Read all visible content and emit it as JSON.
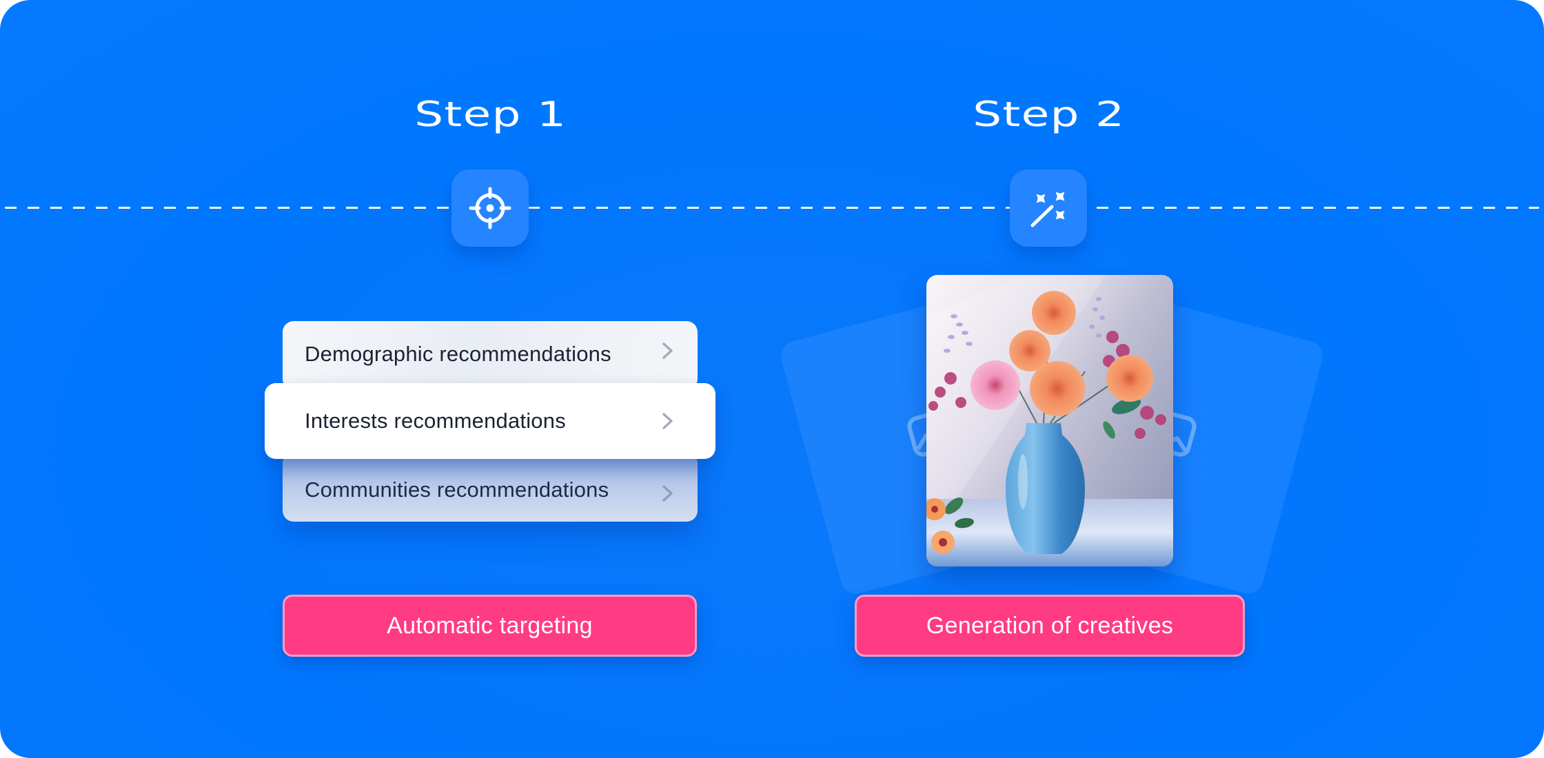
{
  "colors": {
    "background": "#0077FF",
    "icon_box": "#2584FF",
    "button": "#FF3B83",
    "button_border": "#FF9CC2",
    "card_text": "#1C2233",
    "chevron": "#A0A8B8"
  },
  "steps": [
    {
      "title": "Step 1",
      "icon": "crosshair-target-icon",
      "recommendations": [
        {
          "label": "Demographic recommendations",
          "icon": "chevron-right-icon"
        },
        {
          "label": "Interests recommendations",
          "icon": "chevron-right-icon"
        },
        {
          "label": "Communities recommendations",
          "icon": "chevron-right-icon"
        }
      ],
      "button_label": "Automatic targeting"
    },
    {
      "title": "Step 2",
      "icon": "magic-wand-icon",
      "creative": {
        "main_image": "flowers-in-blue-vase-photo",
        "placeholder_icon": "image-placeholder-icon"
      },
      "button_label": "Generation of creatives"
    }
  ]
}
